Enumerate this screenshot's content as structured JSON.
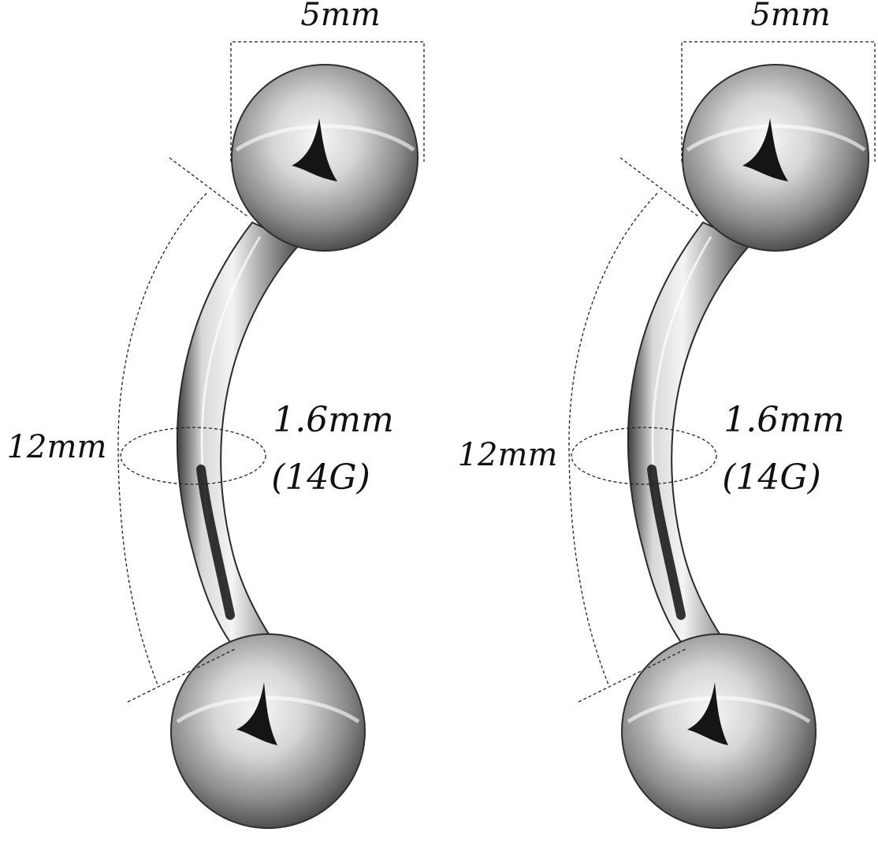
{
  "barbells": [
    {
      "ball_diameter_label": "5mm",
      "length_label": "12mm",
      "thickness_label": "1.6mm",
      "gauge_label": "(14G)"
    },
    {
      "ball_diameter_label": "5mm",
      "length_label": "12mm",
      "thickness_label": "1.6mm",
      "gauge_label": "(14G)"
    }
  ],
  "colors": {
    "metal_light": "#f2f2f2",
    "metal_mid": "#9a9a9a",
    "metal_dark": "#1e1e1e",
    "annotation": "#111111"
  }
}
